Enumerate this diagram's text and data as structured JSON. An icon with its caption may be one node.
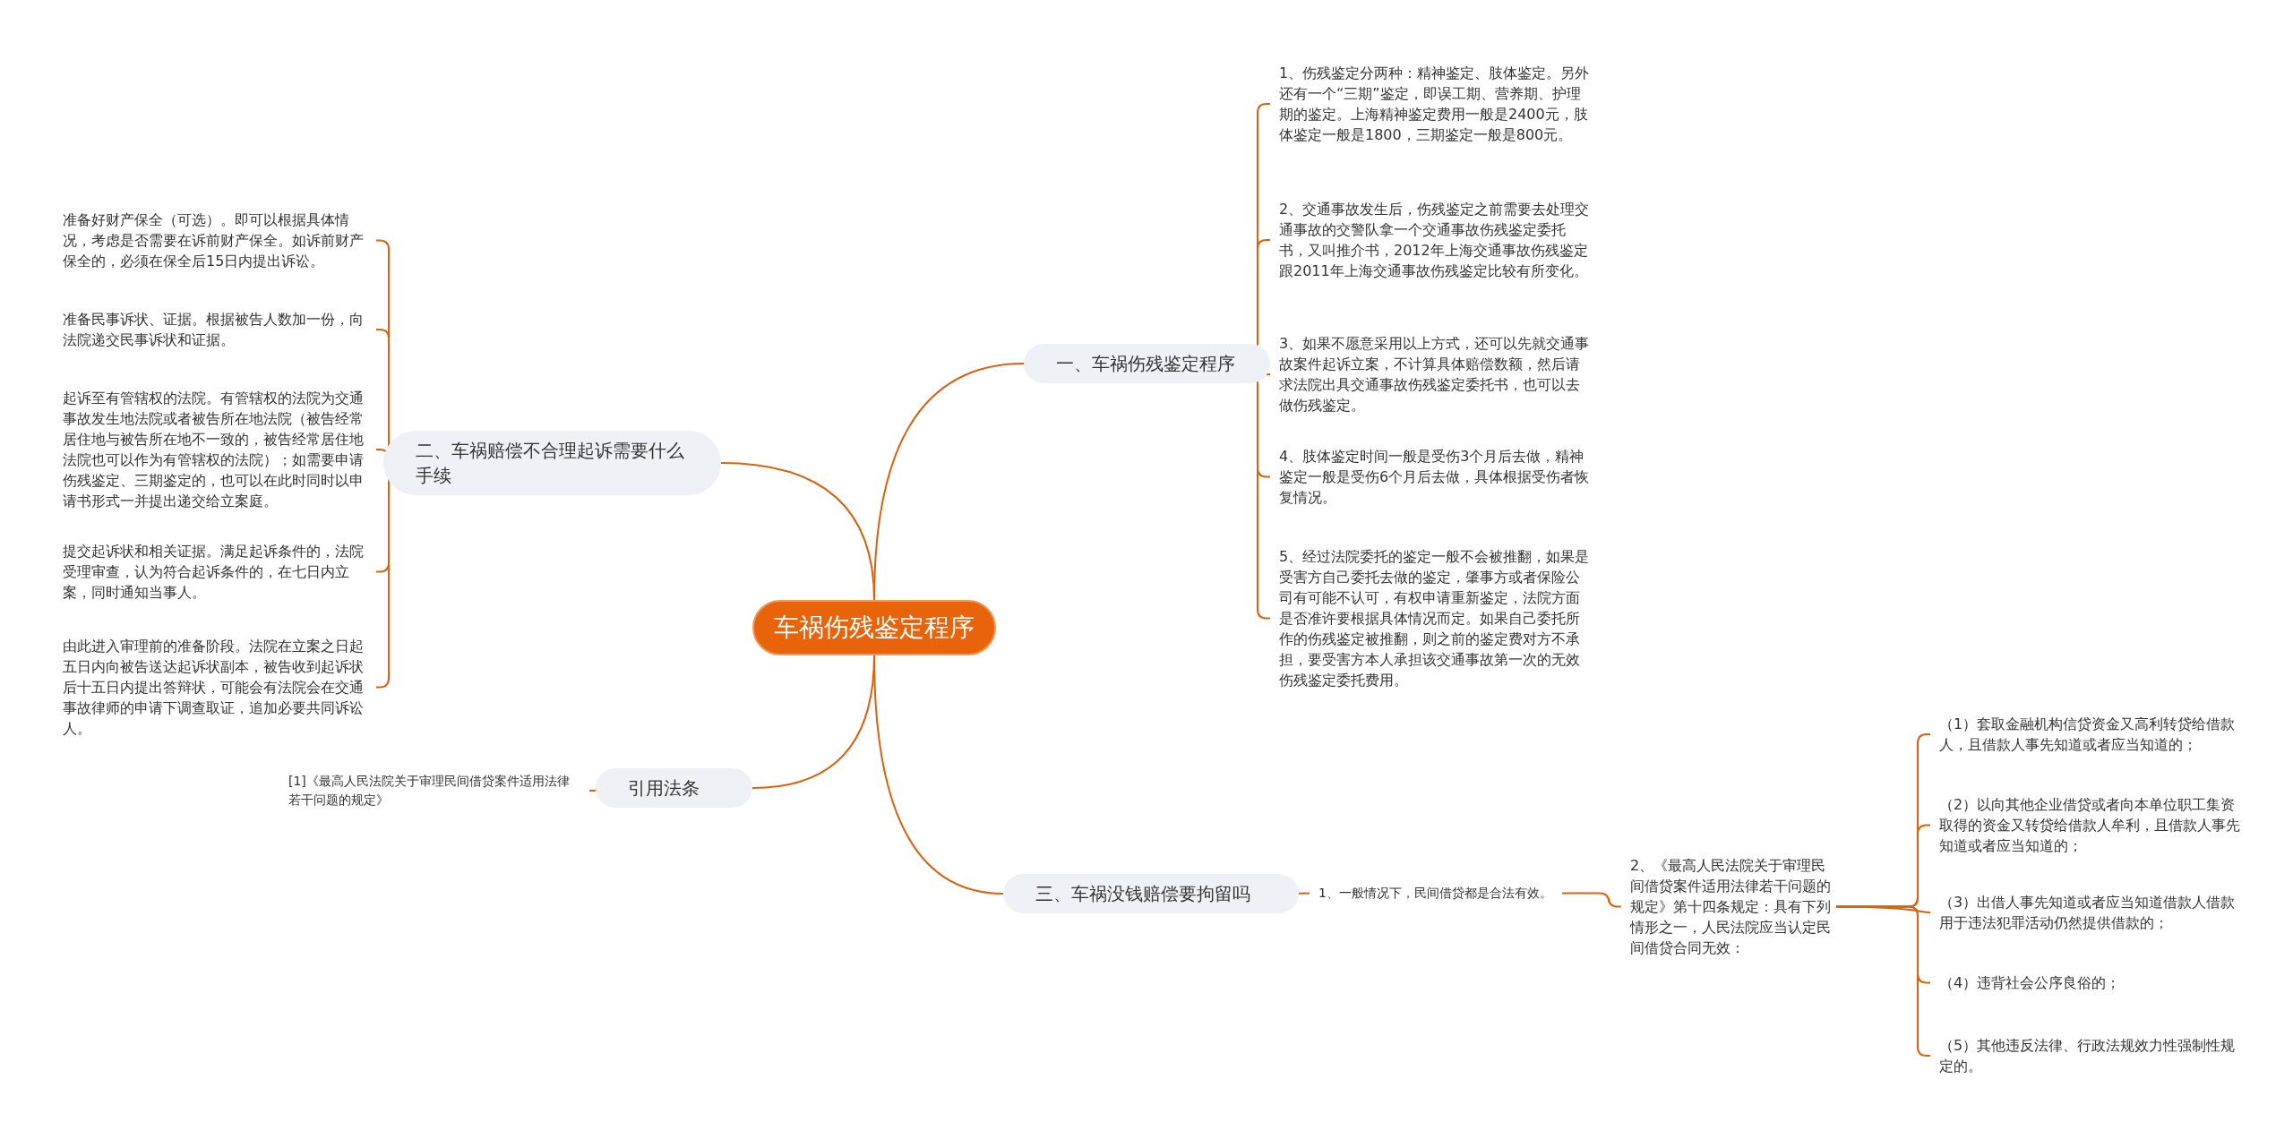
{
  "diagram": {
    "nodes": [
      {
        "text": [
          "车祸伤残鉴定程序"
        ]
      },
      {
        "text": [
          "一、车祸伤残鉴定程序"
        ]
      },
      {
        "text": [
          "1、伤残鉴定分两种：精神鉴定、肢体鉴定。另外还有一个“三期”鉴定，即误工期、营养期、护理期的鉴定。上海精神鉴定费用一般是2400元，肢体鉴定一般是1800，三期鉴定一般是800元。"
        ]
      },
      {
        "text": [
          "2、交通事故发生后，伤残鉴定之前需要去处理交通事故的交警队拿一个交通事故伤残鉴定委托书，又叫推介书，2012年上海交通事故伤残鉴定跟2011年上海交通事故伤残鉴定比较有所变化。"
        ]
      },
      {
        "text": [
          "3、如果不愿意采用以上方式，还可以先就交通事故案件起诉立案，不计算具体赔偿数额，然后请求法院出具交通事故伤残鉴定委托书，也可以去做伤残鉴定。"
        ]
      },
      {
        "text": [
          "4、肢体鉴定时间一般是受伤3个月后去做，精神鉴定一般是受伤6个月后去做，具体根据受伤者恢复情况。"
        ]
      },
      {
        "text": [
          "5、经过法院委托的鉴定一般不会被推翻，如果是受害方自己委托去做的鉴定，肇事方或者保险公司有可能不认可，有权申请重新鉴定，法院方面是否准许要根据具体情况而定。如果自己委托所作的伤残鉴定被推翻，则之前的鉴定费对方不承担，要受害方本人承担该交通事故第一次的无效伤残鉴定委托费用。"
        ]
      },
      {
        "text": [
          "二、车祸赔偿不合理起诉需要什么手续"
        ]
      },
      {
        "text": [
          "准备好财产保全（可选）。即可以根据具体情况，考虑是否需要在诉前财产保全。如诉前财产保全的，必须在保全后15日内提出诉讼。"
        ]
      },
      {
        "text": [
          "准备民事诉状、证据。根据被告人数加一份，向法院递交民事诉状和证据。"
        ]
      },
      {
        "text": [
          "起诉至有管辖权的法院。有管辖权的法院为交通事故发生地法院或者被告所在地法院（被告经常居住地与被告所在地不一致的，被告经常居住地法院也可以作为有管辖权的法院）；如需要申请伤残鉴定、三期鉴定的，也可以在此时同时以申请书形式一并提出递交给立案庭。"
        ]
      },
      {
        "text": [
          "提交起诉状和相关证据。满足起诉条件的，法院受理审查，认为符合起诉条件的，在七日内立案，同时通知当事人。"
        ]
      },
      {
        "text": [
          "由此进入审理前的准备阶段。法院在立案之日起五日内向被告送达起诉状副本，被告收到起诉状后十五日内提出答辩状，可能会有法院会在交通事故律师的申请下调查取证，追加必要共同诉讼人。"
        ]
      },
      {
        "text": [
          "引用法条"
        ]
      },
      {
        "text": [
          "[1]《最高人民法院关于审理民间借贷案件适用法律若干问题的规定》"
        ]
      },
      {
        "text": [
          "三、车祸没钱赔偿要拘留吗"
        ]
      },
      {
        "text": [
          "1、一般情况下，民间借贷都是合法有效。"
        ]
      },
      {
        "text": [
          "2、《最高人民法院关于审理民间借贷案件适用法律若干问题的规定》第十四条规定：具有下列情形之一，人民法院应当认定民间借贷合同无效："
        ]
      },
      {
        "text": [
          "（1）套取金融机构信贷资金又高利转贷给借款人，且借款人事先知道或者应当知道的；"
        ]
      },
      {
        "text": [
          "（2）以向其他企业借贷或者向本单位职工集资取得的资金又转贷给借款人牟利，且借款人事先知道或者应当知道的；"
        ]
      },
      {
        "text": [
          "（3）出借人事先知道或者应当知道借款人借款用于违法犯罪活动仍然提供借款的；"
        ]
      },
      {
        "text": [
          "（4）违背社会公序良俗的；"
        ]
      },
      {
        "text": [
          "（5）其他违反法律、行政法规效力性强制性规定的。"
        ]
      }
    ],
    "edges": [
      {
        "from": 0,
        "to": 1,
        "arrow": "none"
      },
      {
        "from": 1,
        "to": 2,
        "arrow": "none"
      },
      {
        "from": 1,
        "to": 3,
        "arrow": "none"
      },
      {
        "from": 1,
        "to": 4,
        "arrow": "none"
      },
      {
        "from": 1,
        "to": 5,
        "arrow": "none"
      },
      {
        "from": 1,
        "to": 6,
        "arrow": "none"
      },
      {
        "from": 0,
        "to": 7,
        "arrow": "none"
      },
      {
        "from": 7,
        "to": 8,
        "arrow": "none"
      },
      {
        "from": 7,
        "to": 9,
        "arrow": "none"
      },
      {
        "from": 7,
        "to": 10,
        "arrow": "none"
      },
      {
        "from": 7,
        "to": 11,
        "arrow": "none"
      },
      {
        "from": 7,
        "to": 12,
        "arrow": "none"
      },
      {
        "from": 0,
        "to": 13,
        "arrow": "none"
      },
      {
        "from": 13,
        "to": 14,
        "arrow": "none"
      },
      {
        "from": 0,
        "to": 15,
        "arrow": "none"
      },
      {
        "from": 15,
        "to": 16,
        "arrow": "none"
      },
      {
        "from": 16,
        "to": 17,
        "arrow": "none"
      },
      {
        "from": 17,
        "to": 18,
        "arrow": "none"
      },
      {
        "from": 17,
        "to": 19,
        "arrow": "none"
      },
      {
        "from": 17,
        "to": 20,
        "arrow": "none"
      },
      {
        "from": 17,
        "to": 21,
        "arrow": "none"
      },
      {
        "from": 17,
        "to": 22,
        "arrow": "none"
      }
    ]
  }
}
